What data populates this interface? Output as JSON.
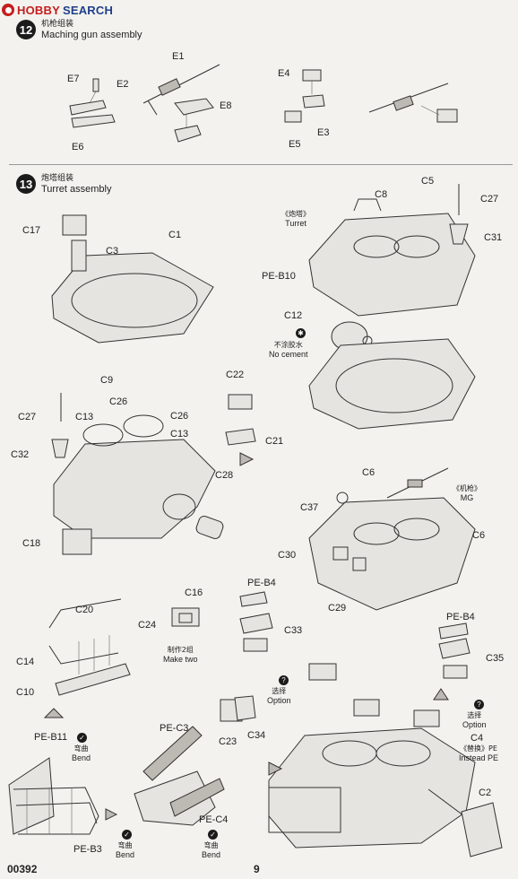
{
  "logo": {
    "part1": "HOBBY",
    "part2": "SEARCH"
  },
  "step12": {
    "number": "12",
    "title_cn": "机枪组装",
    "title_en": "Maching gun assembly"
  },
  "step13": {
    "number": "13",
    "title_cn": "炮塔组装",
    "title_en": "Turret assembly"
  },
  "parts": {
    "E1": "E1",
    "E2": "E2",
    "E3": "E3",
    "E4": "E4",
    "E5": "E5",
    "E6": "E6",
    "E7": "E7",
    "E8": "E8",
    "C1": "C1",
    "C2": "C2",
    "C3": "C3",
    "C4": "C4",
    "C5": "C5",
    "C6": "C6",
    "C8": "C8",
    "C9": "C9",
    "C10": "C10",
    "C12": "C12",
    "C13a": "C13",
    "C13b": "C13",
    "C14": "C14",
    "C16": "C16",
    "C17": "C17",
    "C18": "C18",
    "C20": "C20",
    "C21": "C21",
    "C22": "C22",
    "C23": "C23",
    "C24": "C24",
    "C26a": "C26",
    "C26b": "C26",
    "C27a": "C27",
    "C27b": "C27",
    "C28": "C28",
    "C29": "C29",
    "C30": "C30",
    "C31": "C31",
    "C32": "C32",
    "C33": "C33",
    "C34": "C34",
    "C35": "C35",
    "C37": "C37",
    "PEB10": "PE-B10",
    "PEB4a": "PE-B4",
    "PEB4b": "PE-B4",
    "PEB11": "PE-B11",
    "PEB3": "PE-B3",
    "PEC3": "PE-C3",
    "PEC4": "PE-C4"
  },
  "notes": {
    "turret_cn": "《炮塔》",
    "turret_en": "Turret",
    "nocement_cn": "不涂胶水",
    "nocement_en": "No cement",
    "make_cn": "制作2组",
    "make_en": "Make two",
    "mg_cn": "《机枪》",
    "mg_en": "MG",
    "option_cn": "选择",
    "option_en": "Option",
    "option2_cn": "选择",
    "option2_en": "Option",
    "instead_cn": "《替换》PE",
    "instead_en": "Instead PE",
    "bend1_cn": "弯曲",
    "bend1_en": "Bend",
    "bend2_cn": "弯曲",
    "bend2_en": "Bend",
    "bend3_cn": "弯曲",
    "bend3_en": "Bend"
  },
  "footer": {
    "code": "00392",
    "page": "9"
  }
}
